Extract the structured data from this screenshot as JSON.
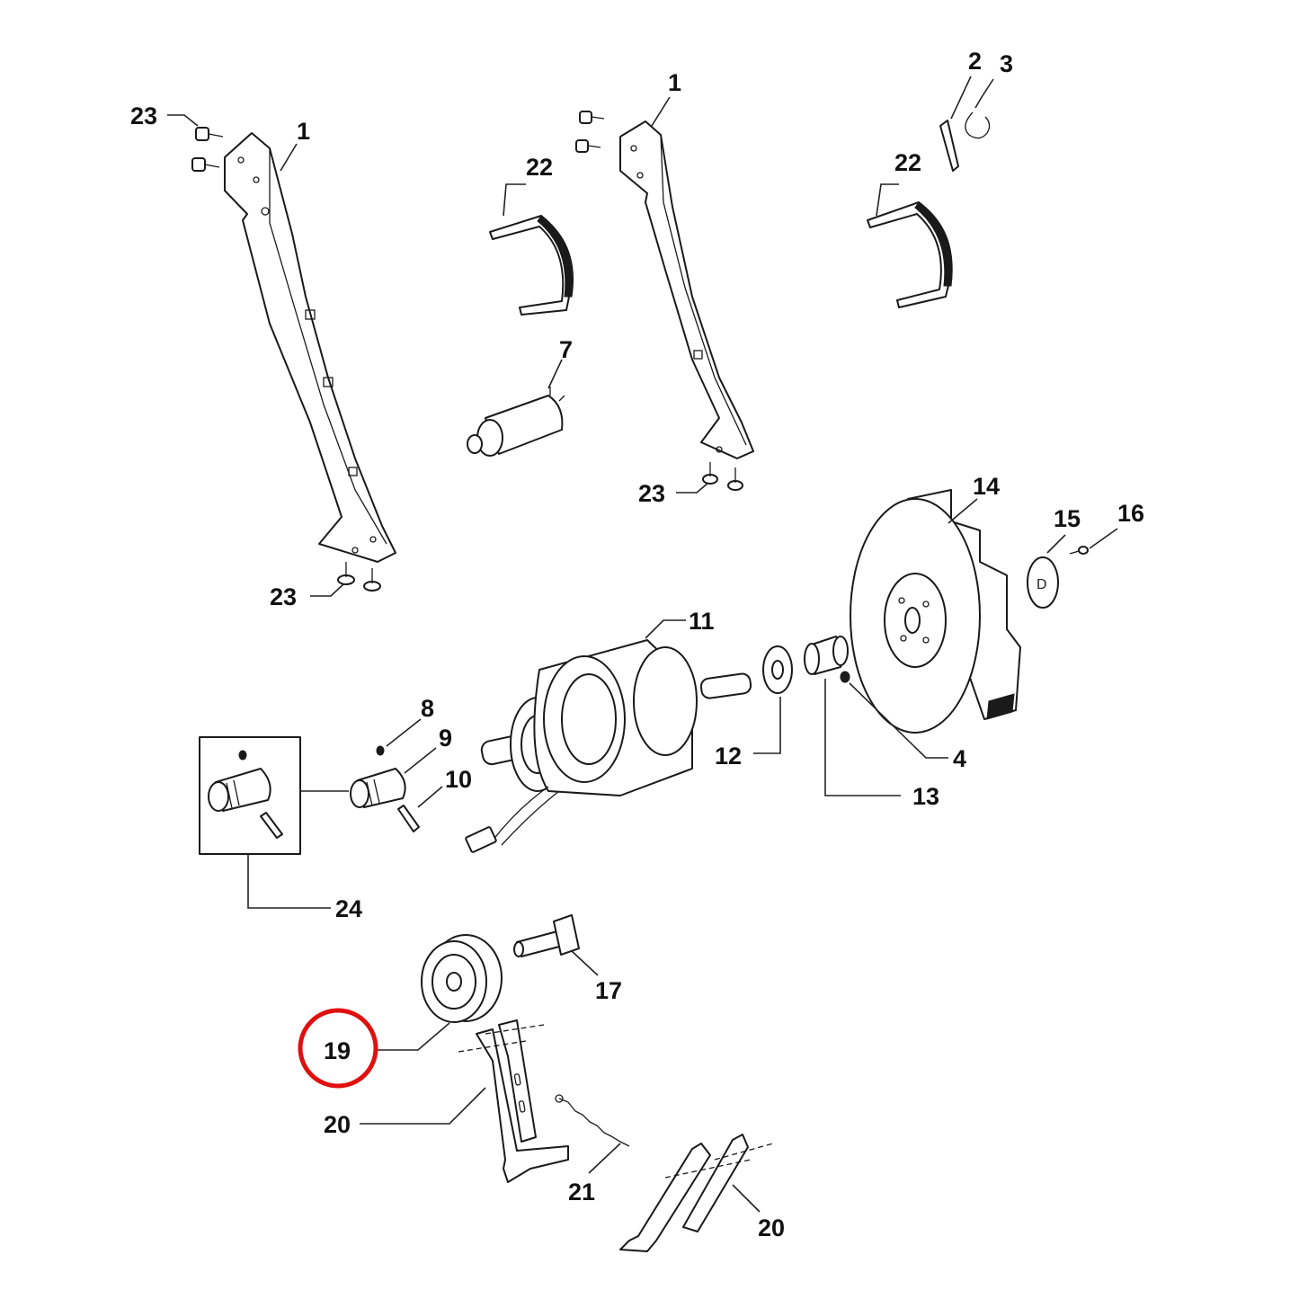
{
  "highlight_color": "#e01010",
  "highlighted_part": "19",
  "labels": {
    "l1a": "1",
    "l1b": "1",
    "l2": "2",
    "l3": "3",
    "l4": "4",
    "l7": "7",
    "l8": "8",
    "l9": "9",
    "l10": "10",
    "l11": "11",
    "l12": "12",
    "l13": "13",
    "l14": "14",
    "l15": "15",
    "l16": "16",
    "l17": "17",
    "l19": "19",
    "l20a": "20",
    "l20b": "20",
    "l21": "21",
    "l22a": "22",
    "l22b": "22",
    "l23a": "23",
    "l23b": "23",
    "l23c": "23",
    "l24": "24"
  }
}
